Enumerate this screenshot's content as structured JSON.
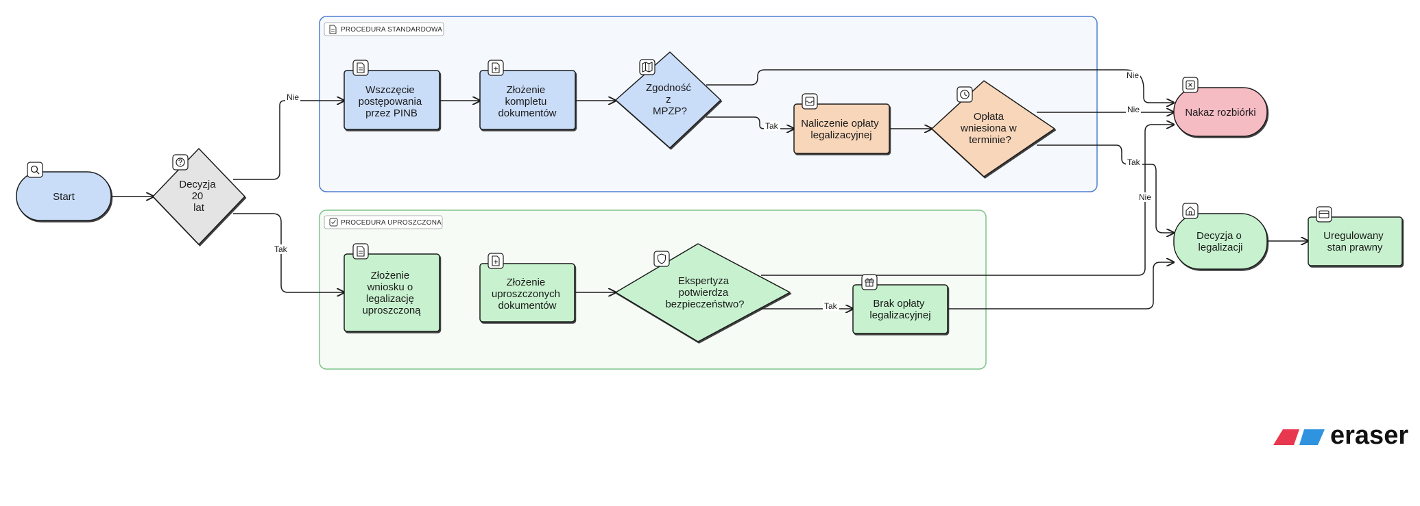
{
  "groups": {
    "standard": {
      "label": "PROCEDURA STANDARDOWA",
      "icon": "document-icon"
    },
    "simplified": {
      "label": "PROCEDURA UPROSZCZONA",
      "icon": "checkbox-icon"
    }
  },
  "nodes": {
    "start": {
      "lines": [
        "Start"
      ],
      "icon": "search-icon"
    },
    "decision20": {
      "lines": [
        "Decyzja",
        "20",
        "lat"
      ],
      "icon": "question-circle-icon"
    },
    "pinb": {
      "lines": [
        "Wszczęcie",
        "postępowania",
        "przez PINB"
      ],
      "icon": "document-icon"
    },
    "docs_full": {
      "lines": [
        "Złożenie",
        "kompletu",
        "dokumentów"
      ],
      "icon": "file-plus-icon"
    },
    "mpzp": {
      "lines": [
        "Zgodność",
        "z",
        "MPZP?"
      ],
      "icon": "map-icon"
    },
    "fee": {
      "lines": [
        "Naliczenie opłaty",
        "legalizacyjnej"
      ],
      "icon": "inbox-icon"
    },
    "paid": {
      "lines": [
        "Opłata",
        "wniesiona w",
        "terminie?"
      ],
      "icon": "clock-icon"
    },
    "demolition": {
      "lines": [
        "Nakaz rozbiórki"
      ],
      "icon": "close-square-icon"
    },
    "application": {
      "lines": [
        "Złożenie",
        "wniosku o",
        "legalizację",
        "uproszczoną"
      ],
      "icon": "document-icon"
    },
    "docs_simple": {
      "lines": [
        "Złożenie",
        "uproszczonych",
        "dokumentów"
      ],
      "icon": "file-plus-icon"
    },
    "expertise": {
      "lines": [
        "Ekspertyza",
        "potwierdza",
        "bezpieczeństwo?"
      ],
      "icon": "shield-icon"
    },
    "nofee": {
      "lines": [
        "Brak opłaty",
        "legalizacyjnej"
      ],
      "icon": "gift-icon"
    },
    "legalization": {
      "lines": [
        "Decyzja o",
        "legalizacji"
      ],
      "icon": "home-icon"
    },
    "regulated": {
      "lines": [
        "Uregulowany",
        "stan prawny"
      ],
      "icon": "credit-card-icon"
    }
  },
  "edges": {
    "nie_to_standard": "Nie",
    "tak_to_simplified": "Tak",
    "mpzp_tak": "Tak",
    "mpzp_nie": "Nie",
    "paid_nie": "Nie",
    "paid_tak": "Tak",
    "expertise_nie": "Nie",
    "expertise_tak": "Tak"
  },
  "colors": {
    "blue": "#c9dcf8",
    "gray": "#e4e4e4",
    "orange": "#f8d6ba",
    "pink": "#f6bcc4",
    "green": "#c8f2cf",
    "standard_border": "#4f7fd1",
    "standard_fill": "#f5f8fd",
    "simplified_border": "#7cc48a",
    "simplified_fill": "#f6fbf6"
  },
  "logo": {
    "text": "eraser"
  }
}
